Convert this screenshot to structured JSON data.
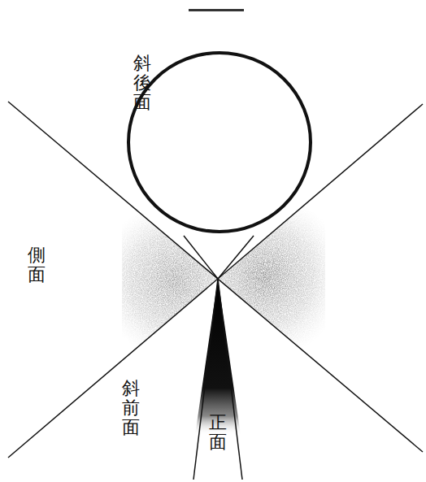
{
  "diagram": {
    "labels": [
      "斜後面",
      "側面",
      "斜前面",
      "正面"
    ]
  }
}
